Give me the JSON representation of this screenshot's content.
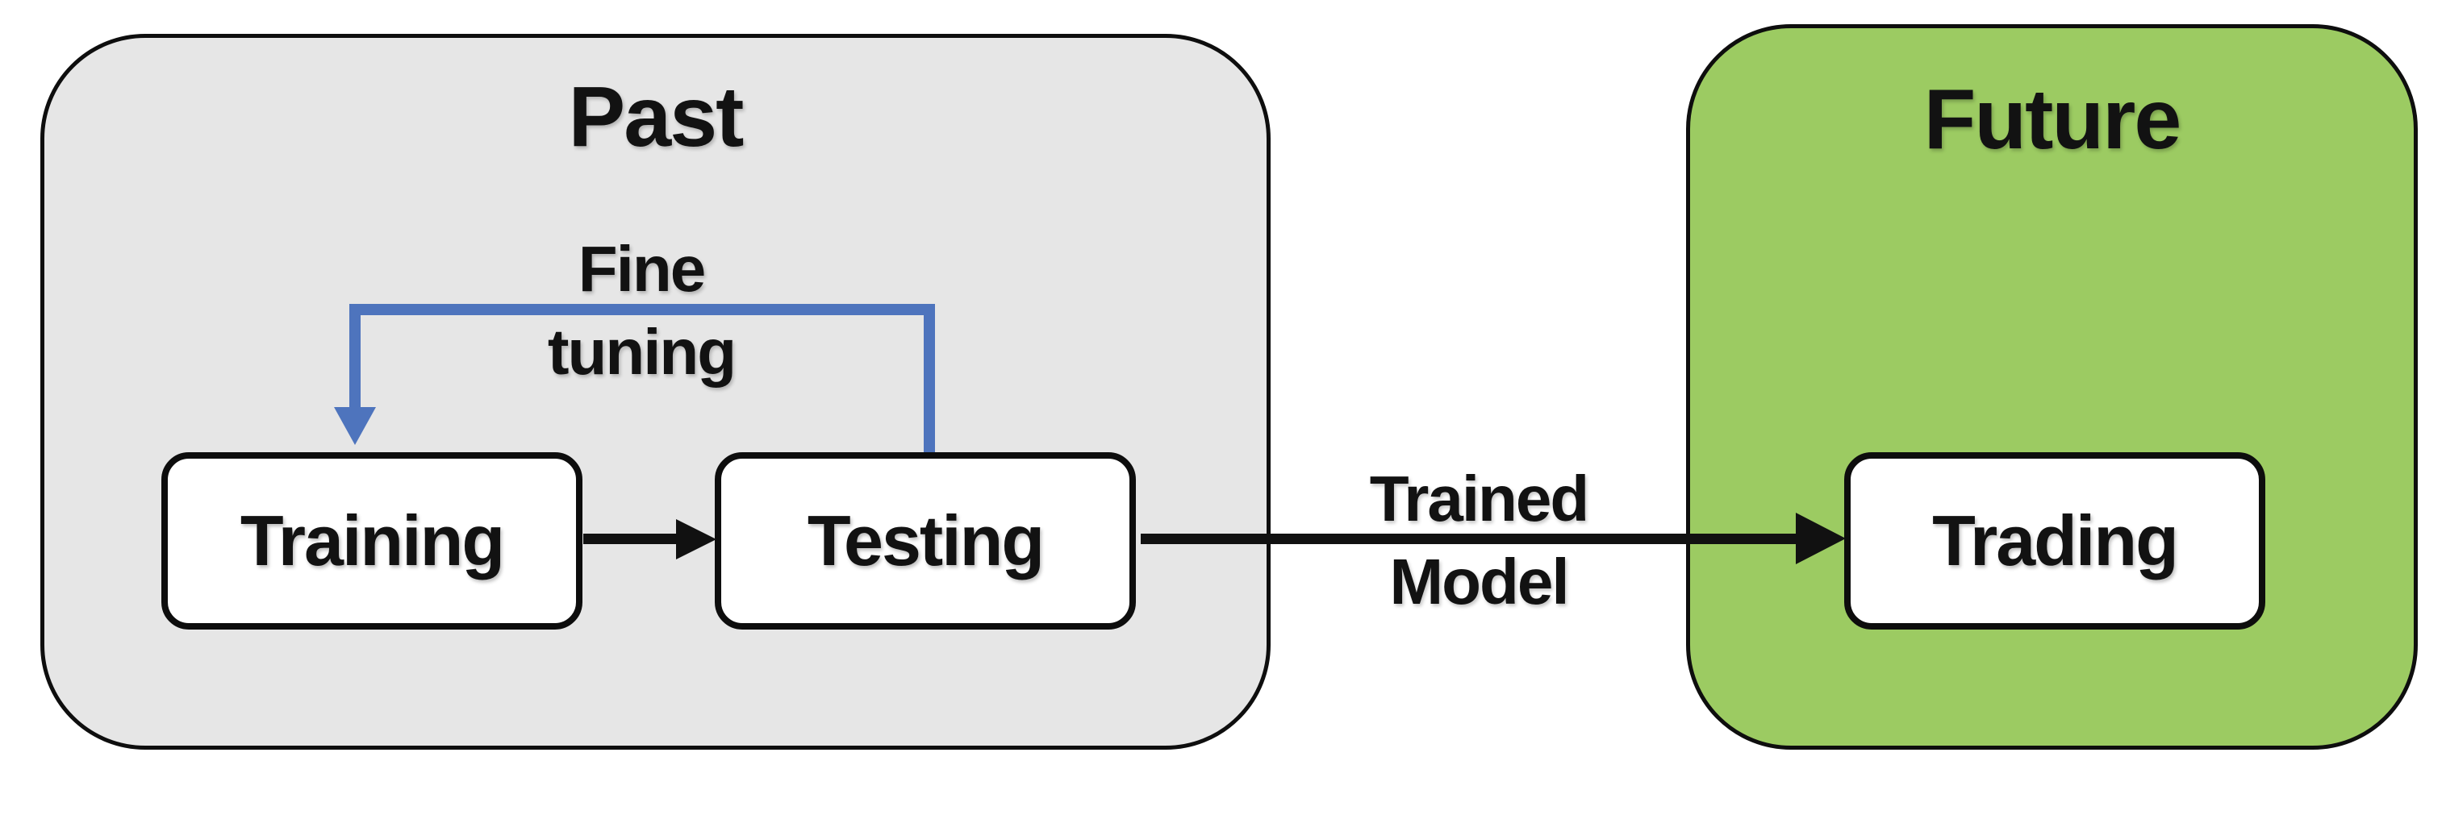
{
  "diagram": {
    "background": "#ffffff",
    "groups": {
      "past": {
        "label": "Past",
        "fill": "#e6e6e6",
        "border": "#0e0e0e"
      },
      "future": {
        "label": "Future",
        "fill": "#9ccb62",
        "border": "#0e0e0e"
      }
    },
    "nodes": {
      "training": {
        "label": "Training",
        "fill": "#ffffff",
        "border": "#0d0d0d",
        "group": "past"
      },
      "testing": {
        "label": "Testing",
        "fill": "#ffffff",
        "border": "#0d0d0d",
        "group": "past"
      },
      "trading": {
        "label": "Trading",
        "fill": "#ffffff",
        "border": "#0d0d0d",
        "group": "future"
      }
    },
    "edges": {
      "training_to_testing": {
        "from": "training",
        "to": "testing",
        "color": "#111111",
        "style": "straight-arrow"
      },
      "testing_to_training_loop": {
        "from": "testing",
        "to": "training",
        "color": "#4e74bd",
        "style": "elbow-arrow",
        "label_line1": "Fine",
        "label_line2": "tuning"
      },
      "testing_to_trading": {
        "from": "testing",
        "to": "trading",
        "color": "#111111",
        "style": "straight-arrow",
        "label_line1": "Trained",
        "label_line2": "Model"
      }
    }
  }
}
